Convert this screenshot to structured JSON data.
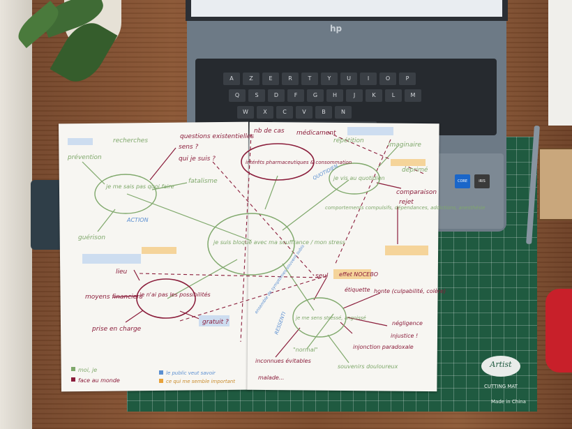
{
  "scene": {
    "laptop_brand": "hp",
    "keyboard_rows": [
      [
        "A",
        "Z",
        "E",
        "R",
        "T",
        "Y",
        "U",
        "I",
        "O",
        "P"
      ],
      [
        "Q",
        "S",
        "D",
        "F",
        "G",
        "H",
        "J",
        "K",
        "L",
        "M"
      ],
      [
        "W",
        "X",
        "C",
        "V",
        "B",
        "N"
      ]
    ],
    "badges": {
      "core": "CORE",
      "iris": "iRIS"
    },
    "mat_logo": "Artist",
    "mat_label": "CUTTING MAT",
    "mat_origin": "Made in China"
  },
  "mindmap": {
    "center": "je suis bloqué avec ma souffrance / mon stress",
    "left_top_node": "je me sais pas quoi faire",
    "left_bottom_node": "je n'ai pas les possibilités",
    "right_top_node": "je vis au quotidien",
    "right_bottom_node": "je me sens stressé, angoissé",
    "top_node": "intérêts pharmaceutiques & consommation",
    "labels": {
      "questions": "questions existentielles",
      "sens": "sens ?",
      "qui": "qui je suis ?",
      "fatalisme": "fatalisme",
      "recherches": "recherches",
      "prevention": "prévention",
      "guerison": "guérison",
      "action": "ACTION",
      "lieu": "lieu",
      "moyens": "moyens financiers",
      "prise": "prise en charge",
      "gratuit": "gratuit ?",
      "nb_cas": "nb de cas",
      "medicament": "médicament",
      "repetition": "répétition",
      "imaginaire": "imaginaire",
      "deprime": "déprimé",
      "comparaison": "comparaison",
      "rejet": "rejet",
      "seul": "seul",
      "nocebo": "effet NOCEBO",
      "etiquette": "étiquette",
      "honte": "honte (culpabilité, colère)",
      "negligence": "négligence",
      "injustice": "injustice !",
      "normal": "\"normal\"",
      "injonction": "injonction paradoxale",
      "inconnues": "inconnues évitables",
      "malade": "malade...",
      "souvenirs": "souvenirs douloureux",
      "comportements": "comportements compulsifs, dépendances, addictions, anesthésie",
      "quotidien_tag": "QUOTIDIEN",
      "ressenti": "RESSENTI",
      "symptomes": "ensemble de symptômes souvent subis"
    },
    "legend": {
      "moi": "moi, je",
      "face": "face au monde",
      "public": "le public veut savoir",
      "important": "ce qui me semble important"
    }
  }
}
